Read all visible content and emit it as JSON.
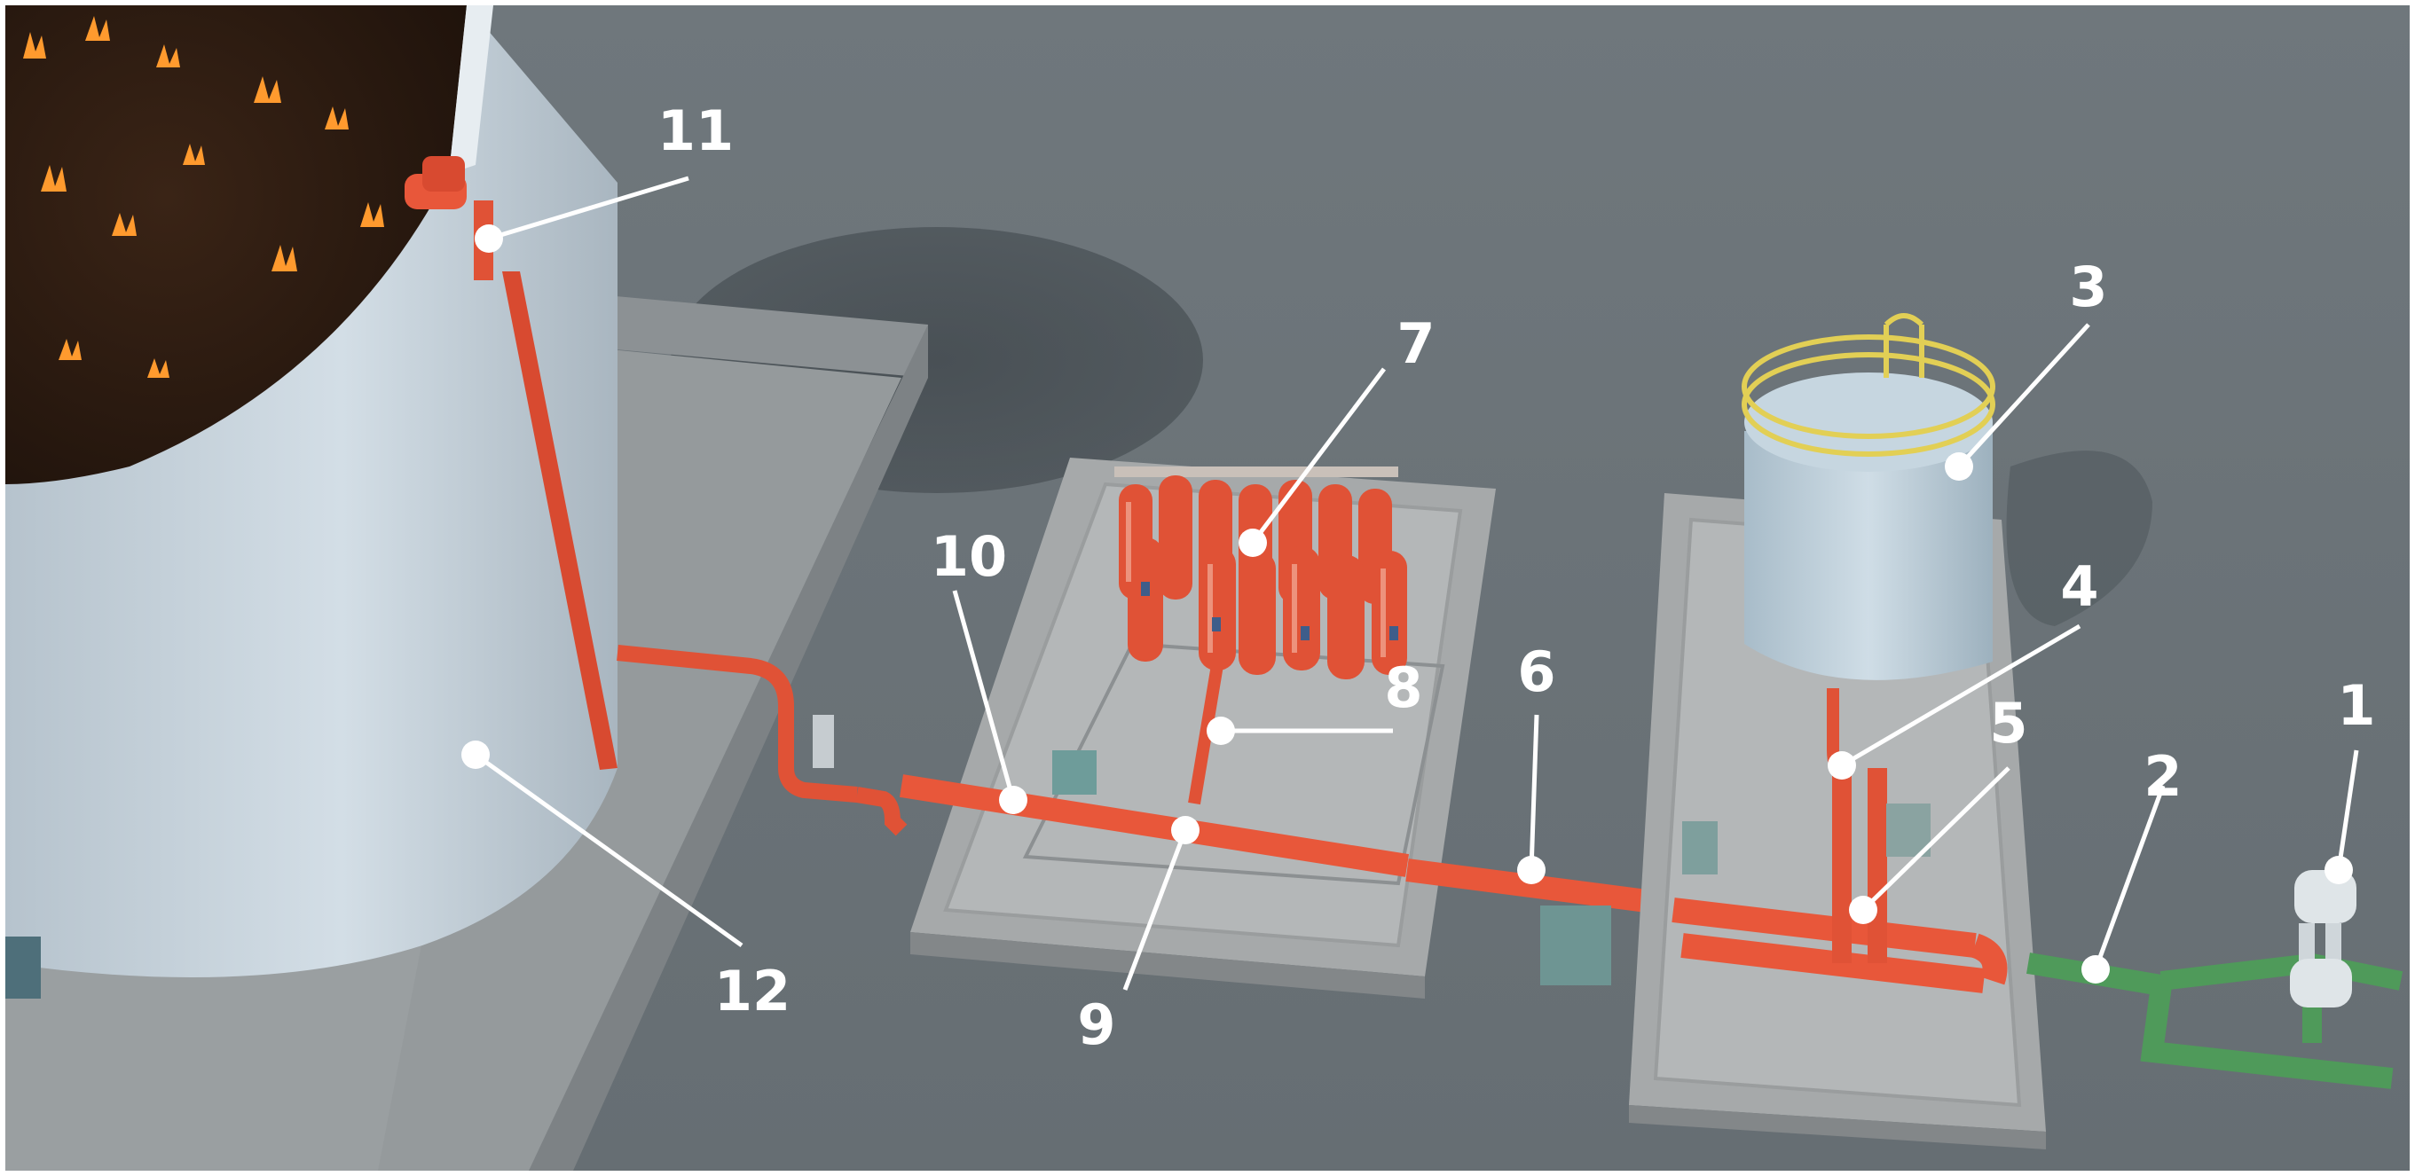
{
  "colors": {
    "ground": "#6b7378",
    "tank": "#c9d6df",
    "pipe_fire": "#e8573a",
    "pipe_water": "#4f9a5a",
    "slab": "#a7aaab",
    "foam_tank": "#b9cbd6",
    "railing": "#e2cf55",
    "callout": "#ffffff"
  },
  "callouts": [
    {
      "label": "1"
    },
    {
      "label": "2"
    },
    {
      "label": "3"
    },
    {
      "label": "4"
    },
    {
      "label": "5"
    },
    {
      "label": "6"
    },
    {
      "label": "7"
    },
    {
      "label": "8"
    },
    {
      "label": "9"
    },
    {
      "label": "10"
    },
    {
      "label": "11"
    },
    {
      "label": "12"
    }
  ]
}
